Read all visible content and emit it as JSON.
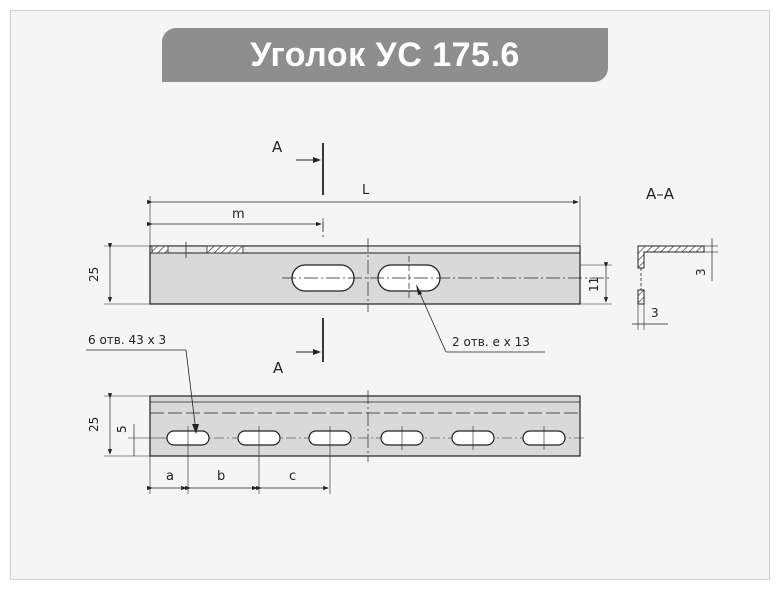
{
  "title": "Уголок УС 175.6",
  "section_marker": "A",
  "section_title": "A–A",
  "dimensions": {
    "L": "L",
    "m": "m",
    "h25_top": "25",
    "slot_11": "11",
    "sec_3_top": "3",
    "sec_3_bottom": "3",
    "h25_bottom": "25",
    "offset_5": "5",
    "a": "a",
    "b": "b",
    "c": "c"
  },
  "callouts": {
    "holes_6": "6 отв. 43 x 3",
    "holes_2": "2 отв. е x 13"
  }
}
